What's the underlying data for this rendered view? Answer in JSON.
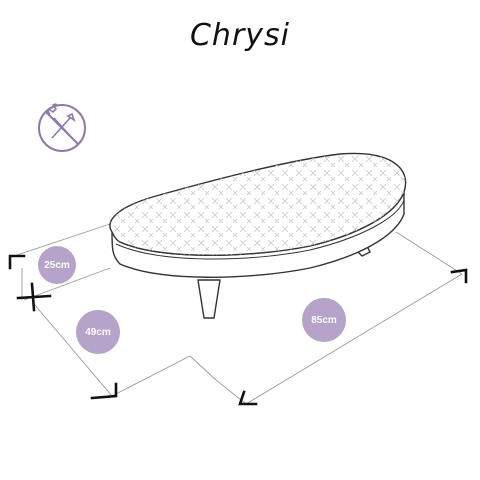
{
  "product": {
    "name": "Chrysi"
  },
  "dimensions": {
    "height": "25cm",
    "width": "49cm",
    "length": "85cm"
  },
  "icons": {
    "no_tools": "no-tools-icon"
  },
  "colors": {
    "badge": "#b5a3c9",
    "icon": "#8e7aa8",
    "line": "#9a9a9a",
    "outline": "#333333"
  }
}
